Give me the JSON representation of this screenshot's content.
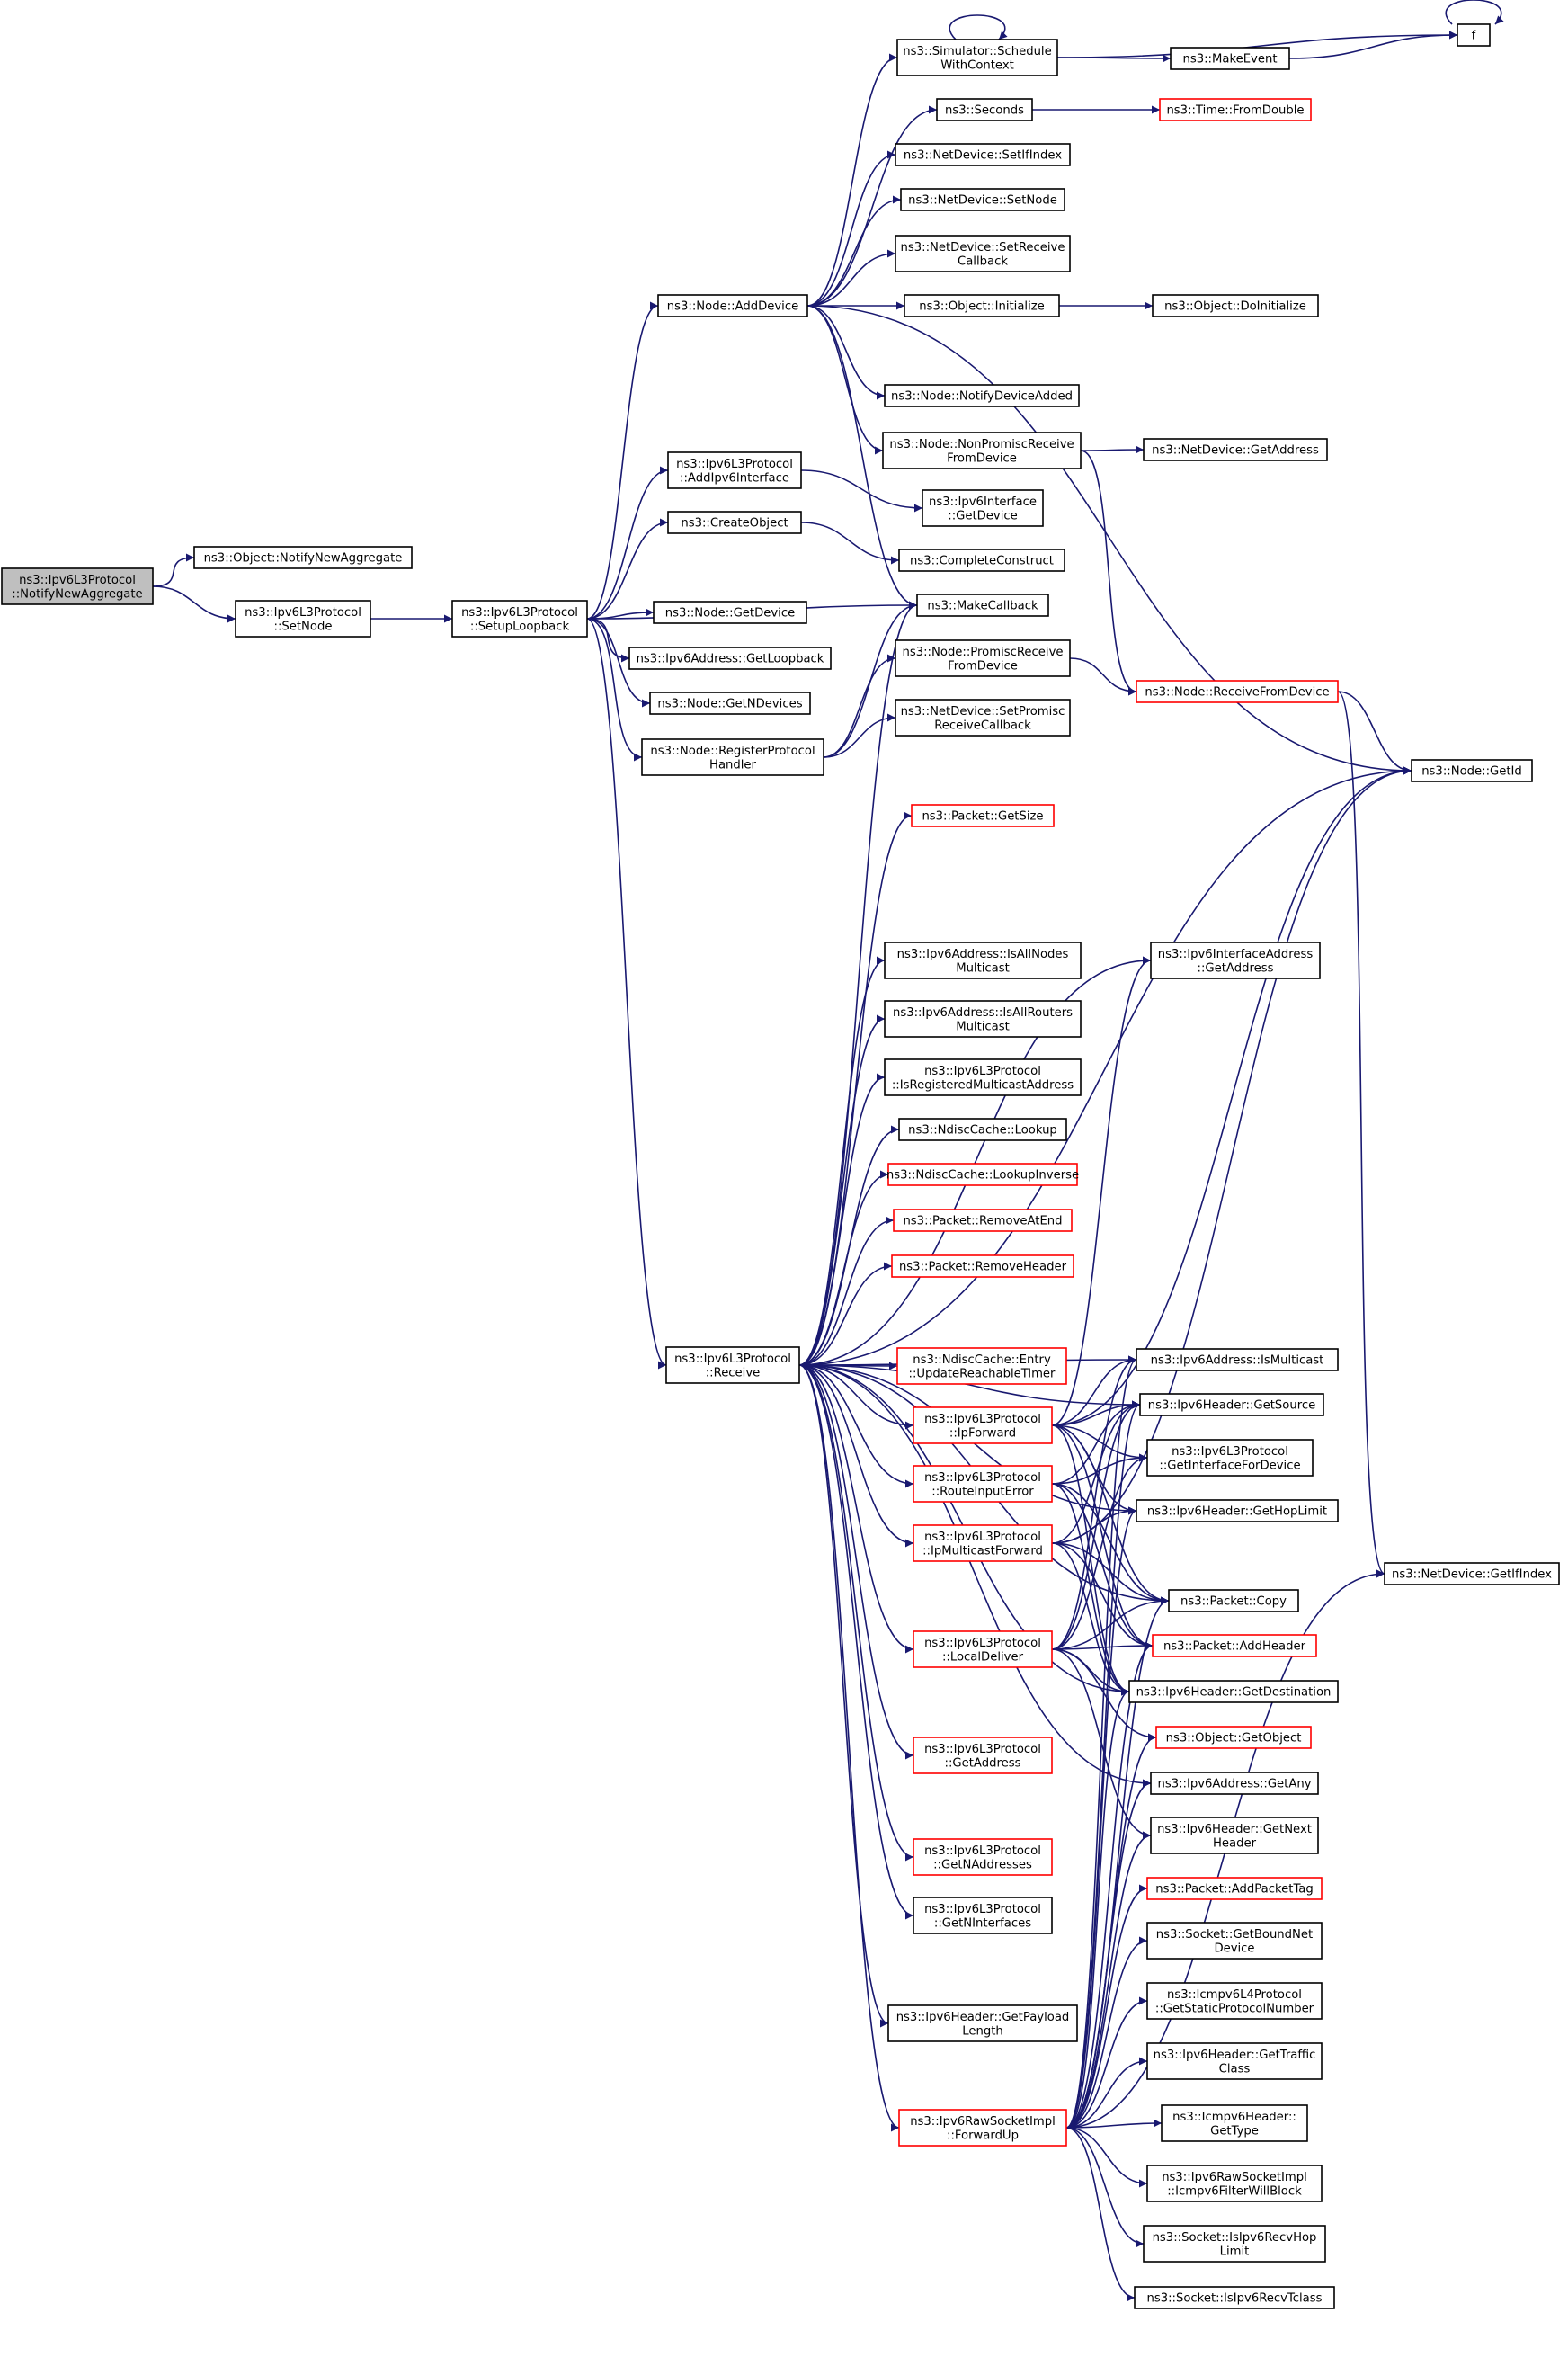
{
  "graph": {
    "edge_color": "#191970",
    "node_border_default": "#000000",
    "node_border_truncated": "#ff0000",
    "root_fill": "#bfbfbf",
    "nodes": [
      {
        "id": "root",
        "lines": [
          "ns3::Ipv6L3Protocol",
          "::NotifyNewAggregate"
        ],
        "border": "black",
        "root": true
      },
      {
        "id": "n_objnotify",
        "lines": [
          "ns3::Object::NotifyNewAggregate"
        ],
        "border": "black"
      },
      {
        "id": "n_setnode",
        "lines": [
          "ns3::Ipv6L3Protocol",
          "::SetNode"
        ],
        "border": "black"
      },
      {
        "id": "n_setuploop",
        "lines": [
          "ns3::Ipv6L3Protocol",
          "::SetupLoopback"
        ],
        "border": "black"
      },
      {
        "id": "n_adddevice",
        "lines": [
          "ns3::Node::AddDevice"
        ],
        "border": "black"
      },
      {
        "id": "n_addipv6if",
        "lines": [
          "ns3::Ipv6L3Protocol",
          "::AddIpv6Interface"
        ],
        "border": "black"
      },
      {
        "id": "n_createobj",
        "lines": [
          "ns3::CreateObject"
        ],
        "border": "black"
      },
      {
        "id": "n_getdevice",
        "lines": [
          "ns3::Node::GetDevice"
        ],
        "border": "black"
      },
      {
        "id": "n_getloopback",
        "lines": [
          "ns3::Ipv6Address::GetLoopback"
        ],
        "border": "black"
      },
      {
        "id": "n_getndevices",
        "lines": [
          "ns3::Node::GetNDevices"
        ],
        "border": "black"
      },
      {
        "id": "n_registerhandler",
        "lines": [
          "ns3::Node::RegisterProtocol",
          "Handler"
        ],
        "border": "black"
      },
      {
        "id": "n_receive",
        "lines": [
          "ns3::Ipv6L3Protocol",
          "::Receive"
        ],
        "border": "black"
      },
      {
        "id": "n_schedule",
        "lines": [
          "ns3::Simulator::Schedule",
          "WithContext"
        ],
        "border": "black"
      },
      {
        "id": "n_seconds",
        "lines": [
          "ns3::Seconds"
        ],
        "border": "black"
      },
      {
        "id": "n_setifindex",
        "lines": [
          "ns3::NetDevice::SetIfIndex"
        ],
        "border": "black"
      },
      {
        "id": "n_ndsetnode",
        "lines": [
          "ns3::NetDevice::SetNode"
        ],
        "border": "black"
      },
      {
        "id": "n_setreceivecb",
        "lines": [
          "ns3::NetDevice::SetReceive",
          "Callback"
        ],
        "border": "black"
      },
      {
        "id": "n_objinit",
        "lines": [
          "ns3::Object::Initialize"
        ],
        "border": "black"
      },
      {
        "id": "n_notifydevadded",
        "lines": [
          "ns3::Node::NotifyDeviceAdded"
        ],
        "border": "black"
      },
      {
        "id": "n_nonpromisc",
        "lines": [
          "ns3::Node::NonPromiscReceive",
          "FromDevice"
        ],
        "border": "black"
      },
      {
        "id": "n_ipv6ifgetdev",
        "lines": [
          "ns3::Ipv6Interface",
          "::GetDevice"
        ],
        "border": "black"
      },
      {
        "id": "n_completeconstruct",
        "lines": [
          "ns3::CompleteConstruct"
        ],
        "border": "black"
      },
      {
        "id": "n_makecallback",
        "lines": [
          "ns3::MakeCallback"
        ],
        "border": "black"
      },
      {
        "id": "n_promisc",
        "lines": [
          "ns3::Node::PromiscReceive",
          "FromDevice"
        ],
        "border": "black"
      },
      {
        "id": "n_setpromisccb",
        "lines": [
          "ns3::NetDevice::SetPromisc",
          "ReceiveCallback"
        ],
        "border": "black"
      },
      {
        "id": "n_f",
        "lines": [
          "f"
        ],
        "border": "black"
      },
      {
        "id": "n_makeevent",
        "lines": [
          "ns3::MakeEvent"
        ],
        "border": "black"
      },
      {
        "id": "n_fromdouble",
        "lines": [
          "ns3::Time::FromDouble"
        ],
        "border": "red"
      },
      {
        "id": "n_doinit",
        "lines": [
          "ns3::Object::DoInitialize"
        ],
        "border": "black"
      },
      {
        "id": "n_ndgetaddress",
        "lines": [
          "ns3::NetDevice::GetAddress"
        ],
        "border": "black"
      },
      {
        "id": "n_receivefromdev",
        "lines": [
          "ns3::Node::ReceiveFromDevice"
        ],
        "border": "red"
      },
      {
        "id": "n_getid",
        "lines": [
          "ns3::Node::GetId"
        ],
        "border": "black"
      },
      {
        "id": "n_getsize",
        "lines": [
          "ns3::Packet::GetSize"
        ],
        "border": "red"
      },
      {
        "id": "n_ifaddrgetaddr",
        "lines": [
          "ns3::Ipv6InterfaceAddress",
          "::GetAddress"
        ],
        "border": "black"
      },
      {
        "id": "n_isallnodes",
        "lines": [
          "ns3::Ipv6Address::IsAllNodes",
          "Multicast"
        ],
        "border": "black"
      },
      {
        "id": "n_isallrouters",
        "lines": [
          "ns3::Ipv6Address::IsAllRouters",
          "Multicast"
        ],
        "border": "black"
      },
      {
        "id": "n_isregmcast",
        "lines": [
          "ns3::Ipv6L3Protocol",
          "::IsRegisteredMulticastAddress"
        ],
        "border": "black"
      },
      {
        "id": "n_lookup",
        "lines": [
          "ns3::NdiscCache::Lookup"
        ],
        "border": "black"
      },
      {
        "id": "n_lookupinv",
        "lines": [
          "ns3::NdiscCache::LookupInverse"
        ],
        "border": "red"
      },
      {
        "id": "n_removeatend",
        "lines": [
          "ns3::Packet::RemoveAtEnd"
        ],
        "border": "red"
      },
      {
        "id": "n_removeheader",
        "lines": [
          "ns3::Packet::RemoveHeader"
        ],
        "border": "red"
      },
      {
        "id": "n_updatereach",
        "lines": [
          "ns3::NdiscCache::Entry",
          "::UpdateReachableTimer"
        ],
        "border": "red"
      },
      {
        "id": "n_ipforward",
        "lines": [
          "ns3::Ipv6L3Protocol",
          "::IpForward"
        ],
        "border": "red"
      },
      {
        "id": "n_routeinputerr",
        "lines": [
          "ns3::Ipv6L3Protocol",
          "::RouteInputError"
        ],
        "border": "red"
      },
      {
        "id": "n_ipmcastfwd",
        "lines": [
          "ns3::Ipv6L3Protocol",
          "::IpMulticastForward"
        ],
        "border": "red"
      },
      {
        "id": "n_localdeliver",
        "lines": [
          "ns3::Ipv6L3Protocol",
          "::LocalDeliver"
        ],
        "border": "red"
      },
      {
        "id": "n_getaddress",
        "lines": [
          "ns3::Ipv6L3Protocol",
          "::GetAddress"
        ],
        "border": "red"
      },
      {
        "id": "n_getnaddresses",
        "lines": [
          "ns3::Ipv6L3Protocol",
          "::GetNAddresses"
        ],
        "border": "red"
      },
      {
        "id": "n_getninterfaces",
        "lines": [
          "ns3::Ipv6L3Protocol",
          "::GetNInterfaces"
        ],
        "border": "black"
      },
      {
        "id": "n_getpayloadlen",
        "lines": [
          "ns3::Ipv6Header::GetPayload",
          "Length"
        ],
        "border": "black"
      },
      {
        "id": "n_forwardup",
        "lines": [
          "ns3::Ipv6RawSocketImpl",
          "::ForwardUp"
        ],
        "border": "red"
      },
      {
        "id": "n_ismulticast",
        "lines": [
          "ns3::Ipv6Address::IsMulticast"
        ],
        "border": "black"
      },
      {
        "id": "n_getsource",
        "lines": [
          "ns3::Ipv6Header::GetSource"
        ],
        "border": "black"
      },
      {
        "id": "n_getifforaddr",
        "lines": [
          "ns3::Ipv6L3Protocol",
          "::GetInterfaceForDevice"
        ],
        "border": "black"
      },
      {
        "id": "n_gethoplimit",
        "lines": [
          "ns3::Ipv6Header::GetHopLimit"
        ],
        "border": "black"
      },
      {
        "id": "n_copy",
        "lines": [
          "ns3::Packet::Copy"
        ],
        "border": "black"
      },
      {
        "id": "n_addheader",
        "lines": [
          "ns3::Packet::AddHeader"
        ],
        "border": "red"
      },
      {
        "id": "n_getdest",
        "lines": [
          "ns3::Ipv6Header::GetDestination"
        ],
        "border": "black"
      },
      {
        "id": "n_getobject",
        "lines": [
          "ns3::Object::GetObject"
        ],
        "border": "red"
      },
      {
        "id": "n_getany",
        "lines": [
          "ns3::Ipv6Address::GetAny"
        ],
        "border": "black"
      },
      {
        "id": "n_getnext",
        "lines": [
          "ns3::Ipv6Header::GetNext",
          "Header"
        ],
        "border": "black"
      },
      {
        "id": "n_addpackettag",
        "lines": [
          "ns3::Packet::AddPacketTag"
        ],
        "border": "red"
      },
      {
        "id": "n_getboundnet",
        "lines": [
          "ns3::Socket::GetBoundNet",
          "Device"
        ],
        "border": "black"
      },
      {
        "id": "n_getstaticproto",
        "lines": [
          "ns3::Icmpv6L4Protocol",
          "::GetStaticProtocolNumber"
        ],
        "border": "black"
      },
      {
        "id": "n_gettraffic",
        "lines": [
          "ns3::Ipv6Header::GetTraffic",
          "Class"
        ],
        "border": "black"
      },
      {
        "id": "n_icmpgettype",
        "lines": [
          "ns3::Icmpv6Header::",
          "GetType"
        ],
        "border": "black"
      },
      {
        "id": "n_icmpfilter",
        "lines": [
          "ns3::Ipv6RawSocketImpl",
          "::Icmpv6FilterWillBlock"
        ],
        "border": "black"
      },
      {
        "id": "n_isrecvhop",
        "lines": [
          "ns3::Socket::IsIpv6RecvHop",
          "Limit"
        ],
        "border": "black"
      },
      {
        "id": "n_isrecvtclass",
        "lines": [
          "ns3::Socket::IsIpv6RecvTclass"
        ],
        "border": "black"
      },
      {
        "id": "n_getifindex",
        "lines": [
          "ns3::NetDevice::GetIfIndex"
        ],
        "border": "black"
      }
    ],
    "edges": [
      [
        "root",
        "n_objnotify"
      ],
      [
        "root",
        "n_setnode"
      ],
      [
        "n_setnode",
        "n_setuploop"
      ],
      [
        "n_setuploop",
        "n_adddevice"
      ],
      [
        "n_setuploop",
        "n_addipv6if"
      ],
      [
        "n_setuploop",
        "n_createobj"
      ],
      [
        "n_setuploop",
        "n_makecallback"
      ],
      [
        "n_setuploop",
        "n_getdevice"
      ],
      [
        "n_setuploop",
        "n_getloopback"
      ],
      [
        "n_setuploop",
        "n_getndevices"
      ],
      [
        "n_setuploop",
        "n_registerhandler"
      ],
      [
        "n_setuploop",
        "n_receive"
      ],
      [
        "n_adddevice",
        "n_schedule"
      ],
      [
        "n_adddevice",
        "n_seconds"
      ],
      [
        "n_adddevice",
        "n_setifindex"
      ],
      [
        "n_adddevice",
        "n_ndsetnode"
      ],
      [
        "n_adddevice",
        "n_setreceivecb"
      ],
      [
        "n_adddevice",
        "n_objinit"
      ],
      [
        "n_adddevice",
        "n_notifydevadded"
      ],
      [
        "n_adddevice",
        "n_nonpromisc"
      ],
      [
        "n_adddevice",
        "n_makecallback"
      ],
      [
        "n_adddevice",
        "n_getid"
      ],
      [
        "n_schedule",
        "n_schedule"
      ],
      [
        "n_schedule",
        "n_f"
      ],
      [
        "n_schedule",
        "n_makeevent"
      ],
      [
        "n_makeevent",
        "n_f"
      ],
      [
        "n_f",
        "n_f"
      ],
      [
        "n_seconds",
        "n_fromdouble"
      ],
      [
        "n_objinit",
        "n_doinit"
      ],
      [
        "n_nonpromisc",
        "n_ndgetaddress"
      ],
      [
        "n_nonpromisc",
        "n_receivefromdev"
      ],
      [
        "n_addipv6if",
        "n_ipv6ifgetdev"
      ],
      [
        "n_createobj",
        "n_completeconstruct"
      ],
      [
        "n_registerhandler",
        "n_makecallback"
      ],
      [
        "n_registerhandler",
        "n_promisc"
      ],
      [
        "n_registerhandler",
        "n_setpromisccb"
      ],
      [
        "n_promisc",
        "n_receivefromdev"
      ],
      [
        "n_receivefromdev",
        "n_getid"
      ],
      [
        "n_receivefromdev",
        "n_getifindex"
      ],
      [
        "n_receive",
        "n_getid"
      ],
      [
        "n_receive",
        "n_getsize"
      ],
      [
        "n_receive",
        "n_ifaddrgetaddr"
      ],
      [
        "n_receive",
        "n_isallnodes"
      ],
      [
        "n_receive",
        "n_isallrouters"
      ],
      [
        "n_receive",
        "n_isregmcast"
      ],
      [
        "n_receive",
        "n_lookup"
      ],
      [
        "n_receive",
        "n_lookupinv"
      ],
      [
        "n_receive",
        "n_removeatend"
      ],
      [
        "n_receive",
        "n_removeheader"
      ],
      [
        "n_receive",
        "n_ismulticast"
      ],
      [
        "n_receive",
        "n_updatereach"
      ],
      [
        "n_receive",
        "n_ipforward"
      ],
      [
        "n_receive",
        "n_routeinputerr"
      ],
      [
        "n_receive",
        "n_ipmcastfwd"
      ],
      [
        "n_receive",
        "n_copy"
      ],
      [
        "n_receive",
        "n_localdeliver"
      ],
      [
        "n_receive",
        "n_getdest"
      ],
      [
        "n_receive",
        "n_getaddress"
      ],
      [
        "n_receive",
        "n_getany"
      ],
      [
        "n_receive",
        "n_getnaddresses"
      ],
      [
        "n_receive",
        "n_getninterfaces"
      ],
      [
        "n_receive",
        "n_getpayloadlen"
      ],
      [
        "n_receive",
        "n_forwardup"
      ],
      [
        "n_receive",
        "n_makecallback"
      ],
      [
        "n_receive",
        "n_getsource"
      ],
      [
        "n_receive",
        "n_gethoplimit"
      ],
      [
        "n_ipforward",
        "n_ifaddrgetaddr"
      ],
      [
        "n_ipforward",
        "n_getid"
      ],
      [
        "n_ipforward",
        "n_ismulticast"
      ],
      [
        "n_ipforward",
        "n_getsource"
      ],
      [
        "n_ipforward",
        "n_getifforaddr"
      ],
      [
        "n_ipforward",
        "n_gethoplimit"
      ],
      [
        "n_ipforward",
        "n_copy"
      ],
      [
        "n_ipforward",
        "n_addheader"
      ],
      [
        "n_ipforward",
        "n_getdest"
      ],
      [
        "n_routeinputerr",
        "n_getsource"
      ],
      [
        "n_routeinputerr",
        "n_getifforaddr"
      ],
      [
        "n_routeinputerr",
        "n_copy"
      ],
      [
        "n_routeinputerr",
        "n_addheader"
      ],
      [
        "n_routeinputerr",
        "n_getdest"
      ],
      [
        "n_ipmcastfwd",
        "n_getid"
      ],
      [
        "n_ipmcastfwd",
        "n_gethoplimit"
      ],
      [
        "n_ipmcastfwd",
        "n_copy"
      ],
      [
        "n_ipmcastfwd",
        "n_addheader"
      ],
      [
        "n_ipmcastfwd",
        "n_getdest"
      ],
      [
        "n_ipmcastfwd",
        "n_getsource"
      ],
      [
        "n_localdeliver",
        "n_copy"
      ],
      [
        "n_localdeliver",
        "n_addheader"
      ],
      [
        "n_localdeliver",
        "n_getdest"
      ],
      [
        "n_localdeliver",
        "n_getobject"
      ],
      [
        "n_localdeliver",
        "n_getnext"
      ],
      [
        "n_localdeliver",
        "n_getsource"
      ],
      [
        "n_localdeliver",
        "n_getifforaddr"
      ],
      [
        "n_localdeliver",
        "n_ismulticast"
      ],
      [
        "n_forwardup",
        "n_ismulticast"
      ],
      [
        "n_forwardup",
        "n_getsource"
      ],
      [
        "n_forwardup",
        "n_copy"
      ],
      [
        "n_forwardup",
        "n_addheader"
      ],
      [
        "n_forwardup",
        "n_getdest"
      ],
      [
        "n_forwardup",
        "n_getany"
      ],
      [
        "n_forwardup",
        "n_getnext"
      ],
      [
        "n_forwardup",
        "n_addpackettag"
      ],
      [
        "n_forwardup",
        "n_getboundnet"
      ],
      [
        "n_forwardup",
        "n_getstaticproto"
      ],
      [
        "n_forwardup",
        "n_gettraffic"
      ],
      [
        "n_forwardup",
        "n_icmpgettype"
      ],
      [
        "n_forwardup",
        "n_icmpfilter"
      ],
      [
        "n_forwardup",
        "n_isrecvhop"
      ],
      [
        "n_forwardup",
        "n_isrecvtclass"
      ],
      [
        "n_forwardup",
        "n_gethoplimit"
      ],
      [
        "n_forwardup",
        "n_getifindex"
      ],
      [
        "n_forwardup",
        "n_getobject"
      ]
    ]
  }
}
